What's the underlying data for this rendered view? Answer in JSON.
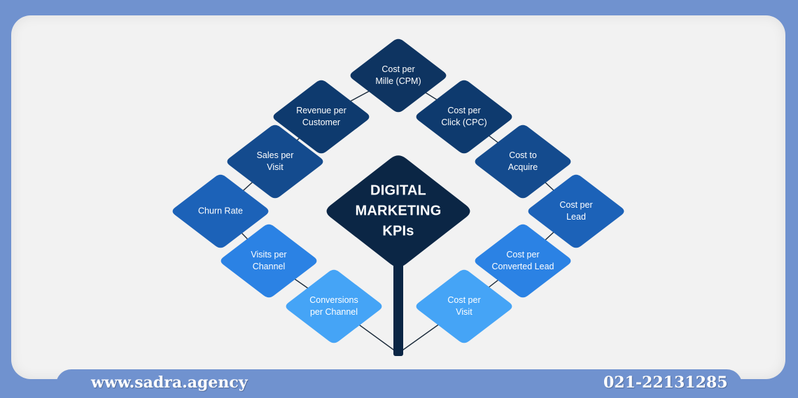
{
  "diagram": {
    "center": {
      "label": "DIGITAL\nMARKETING\nKPIs",
      "color": "#0b2645"
    },
    "nodes": [
      {
        "id": "cpm",
        "label": "Cost per\nMille (CPM)",
        "color": "#0e3461"
      },
      {
        "id": "revenue-per-customer",
        "label": "Revenue per\nCustomer",
        "color": "#0e3a6e"
      },
      {
        "id": "cpc",
        "label": "Cost per\nClick (CPC)",
        "color": "#0e3a6e"
      },
      {
        "id": "sales-per-visit",
        "label": "Sales per\nVisit",
        "color": "#144b8e"
      },
      {
        "id": "cost-to-acquire",
        "label": "Cost to\nAcquire",
        "color": "#144b8e"
      },
      {
        "id": "churn-rate",
        "label": "Churn Rate",
        "color": "#1c62b8"
      },
      {
        "id": "cost-per-lead",
        "label": "Cost per\nLead",
        "color": "#1c62b8"
      },
      {
        "id": "visits-per-channel",
        "label": "Visits per\nChannel",
        "color": "#2b82e4"
      },
      {
        "id": "cost-per-converted-lead",
        "label": "Cost per\nConverted Lead",
        "color": "#2b82e4"
      },
      {
        "id": "conversions-per-channel",
        "label": "Conversions\nper Channel",
        "color": "#45a4f6"
      },
      {
        "id": "cost-per-visit",
        "label": "Cost per\nVisit",
        "color": "#45a4f6"
      }
    ],
    "stem_color": "#0b2645",
    "connector_color": "#1a2a3a"
  },
  "footer": {
    "website": "www.sadra.agency",
    "phone": "021-22131285"
  }
}
